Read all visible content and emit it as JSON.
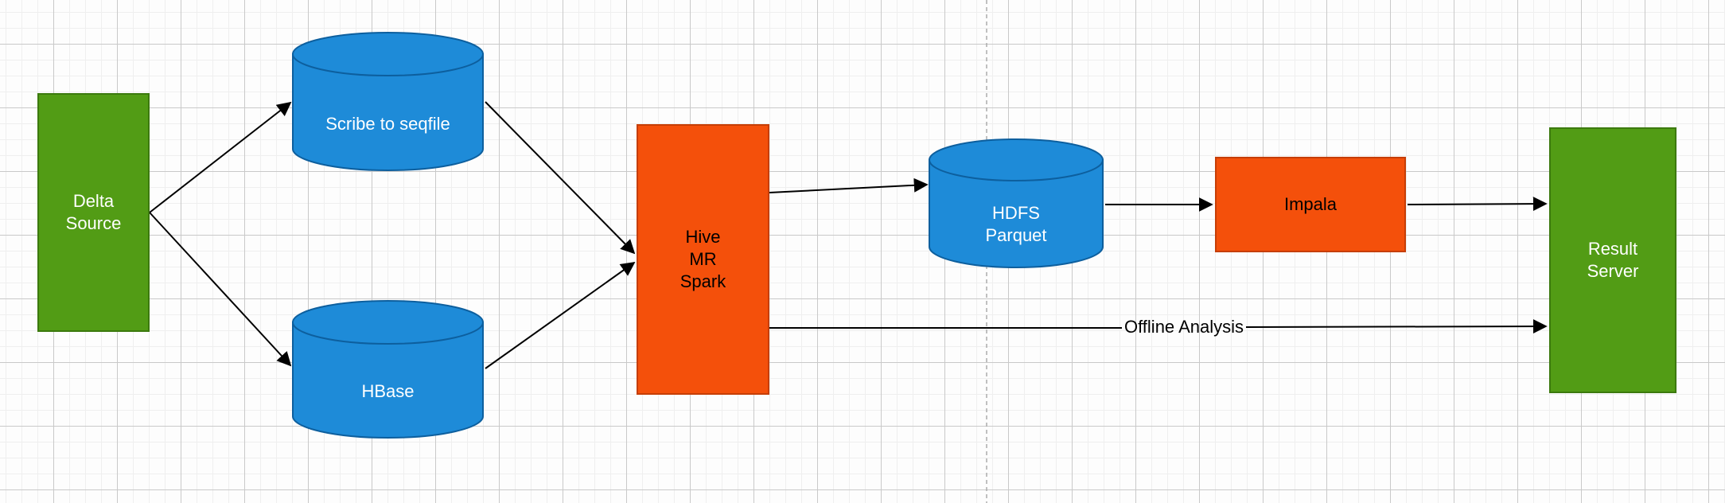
{
  "diagram": {
    "nodes": {
      "delta_source": {
        "lines": [
          "Delta",
          "Source"
        ],
        "shape": "rectangle",
        "fill": "#529C15"
      },
      "scribe": {
        "lines": [
          "Scribe to seqfile"
        ],
        "shape": "cylinder",
        "fill": "#1E8BD8"
      },
      "hbase": {
        "lines": [
          "HBase"
        ],
        "shape": "cylinder",
        "fill": "#1E8BD8"
      },
      "hive": {
        "lines": [
          "Hive",
          "MR",
          "Spark"
        ],
        "shape": "rectangle",
        "fill": "#F4500B"
      },
      "hdfs": {
        "lines": [
          "HDFS",
          "Parquet"
        ],
        "shape": "cylinder",
        "fill": "#1E8BD8"
      },
      "impala": {
        "lines": [
          "Impala"
        ],
        "shape": "rectangle",
        "fill": "#F4500B"
      },
      "result_server": {
        "lines": [
          "Result",
          "Server"
        ],
        "shape": "rectangle",
        "fill": "#529C15"
      }
    },
    "edges": {
      "offline_label": "Offline Analysis"
    },
    "colors": {
      "green_fill": "#529C15",
      "green_border": "#3C7A0E",
      "blue_fill": "#1E8BD8",
      "blue_border": "#0D5F9E",
      "orange_fill": "#F4500B",
      "orange_border": "#C63E06",
      "edge_stroke": "#000000",
      "divider_dashed": "#ABABAB",
      "grid_minor": "#EFEFEF",
      "grid_major": "#C9C9C9",
      "background": "#FDFDFD"
    }
  }
}
